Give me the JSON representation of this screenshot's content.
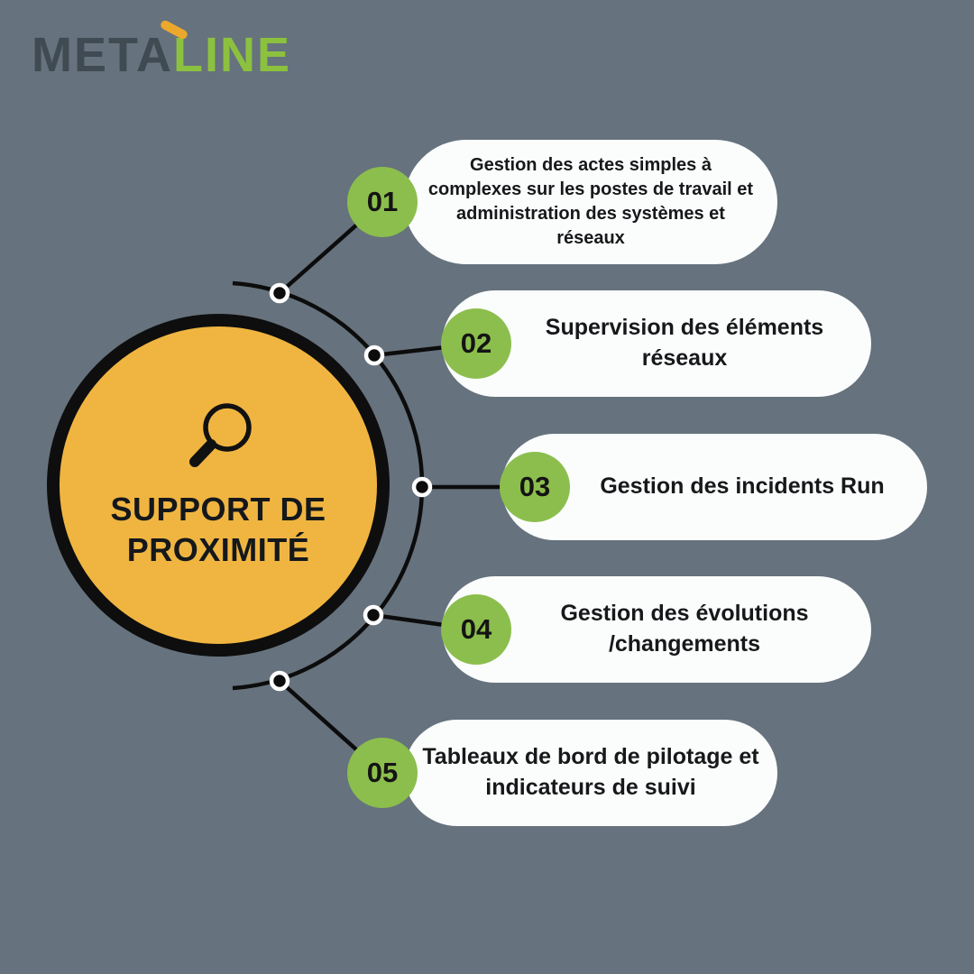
{
  "logo": {
    "part1": "META",
    "part2": "LINE"
  },
  "hub": {
    "title_line1": "SUPPORT DE",
    "title_line2": "PROXIMITÉ",
    "icon": "magnifier-icon"
  },
  "items": [
    {
      "number": "01",
      "text": "Gestion des actes simples à complexes sur les postes de travail et administration des systèmes et réseaux"
    },
    {
      "number": "02",
      "text": "Supervision des éléments réseaux"
    },
    {
      "number": "03",
      "text": "Gestion des incidents Run"
    },
    {
      "number": "04",
      "text": "Gestion des évolutions /changements"
    },
    {
      "number": "05",
      "text": "Tableaux de bord de pilotage et indicateurs de suivi"
    }
  ],
  "colors": {
    "background": "#66727D",
    "hub_fill": "#F0B541",
    "hub_border": "#0E0E0E",
    "badge_fill": "#8CBE4D",
    "pill_fill": "#FBFDFD",
    "text_dark": "#16181A",
    "logo_meta": "#3F4A52",
    "logo_line": "#8CC13F",
    "logo_accent": "#EBA82C",
    "connector": "#0C0C0C"
  }
}
